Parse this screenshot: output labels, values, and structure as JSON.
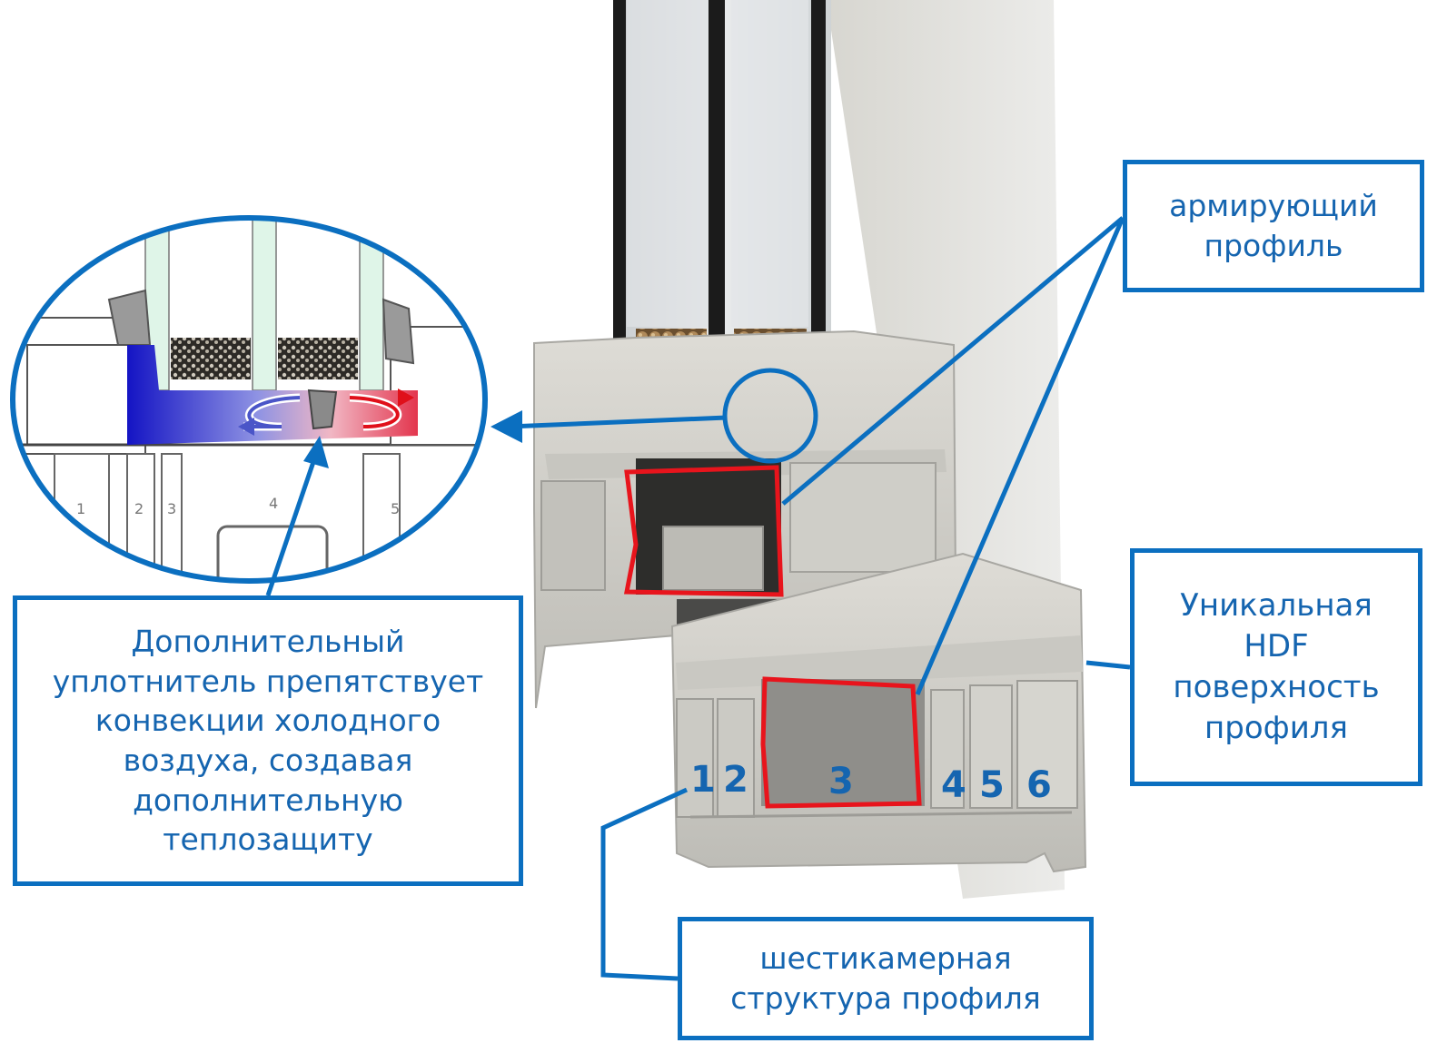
{
  "callouts": {
    "reinforcing_profile": [
      "армирующий",
      "профиль"
    ],
    "hdf_surface": [
      "Уникальная",
      "HDF",
      "поверхность",
      "профиля"
    ],
    "six_chamber": [
      "шестикамерная",
      "структура профиля"
    ],
    "extra_seal": [
      "Дополнительный",
      "уплотнитель препятствует",
      "конвекции холодного",
      "воздуха, создавая",
      "дополнительную",
      "теплозащиту"
    ]
  },
  "chamber_numbers": [
    "1",
    "2",
    "3",
    "4",
    "5",
    "6"
  ],
  "detail_chamber_numbers": [
    "1",
    "2",
    "3",
    "4",
    "5"
  ],
  "colors": {
    "callout_blue": "#0b6fc0",
    "text_blue": "#1565b0",
    "reinforcement_red": "#e8141c",
    "profile_grey": "#d4d3cd",
    "cold_blue": "#1a1fc8",
    "warm_red": "#e0101a"
  },
  "icons": [
    "leader-arrow-icon",
    "warm-air-arrow-icon",
    "cold-air-arrow-icon"
  ]
}
